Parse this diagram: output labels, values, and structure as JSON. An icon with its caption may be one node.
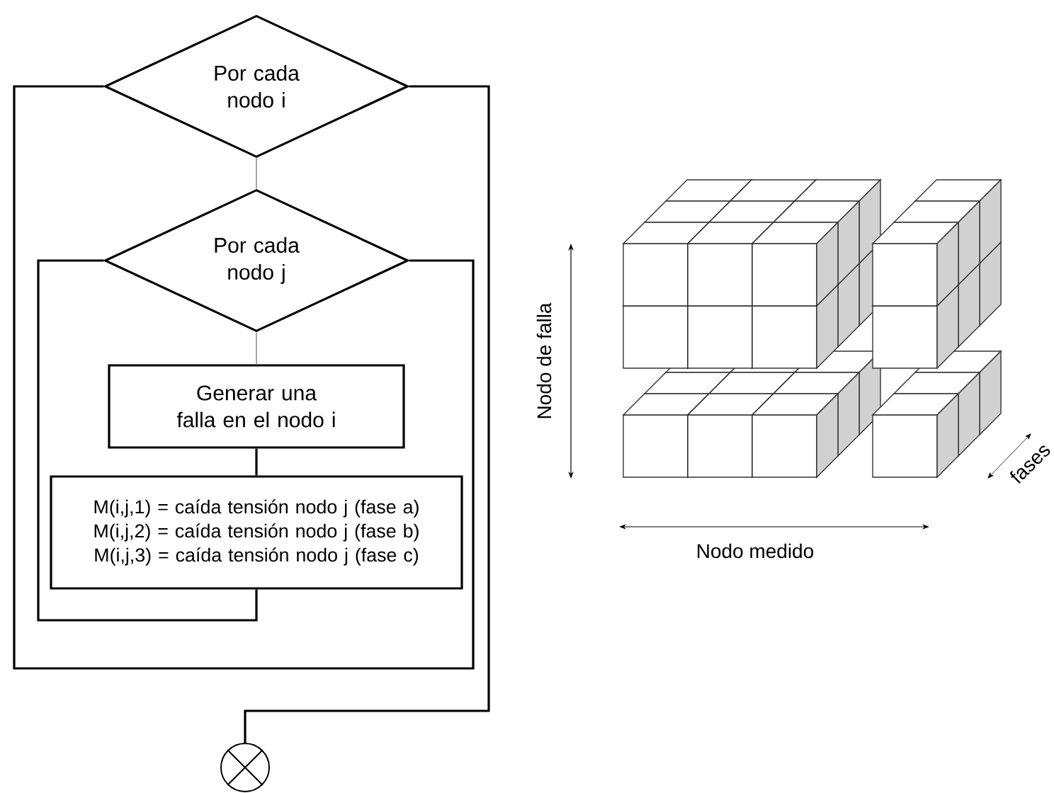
{
  "diagram": {
    "nodes": [
      {
        "text": [
          "Por cada nodo i"
        ]
      },
      {
        "text": [
          "Por cada nodo j"
        ]
      },
      {
        "text": [
          "Generar una falla en el nodo i"
        ]
      },
      {
        "text": [
          "M(i,j,1) = caída tensión nodo j (fase a)",
          "M(i,j,2) = caída tensión nodo j (fase b)",
          "M(i,j,3) = caída tensión nodo j (fase c)"
        ]
      },
      {
        "text": [],
        "shape": "circle"
      }
    ],
    "edges": [
      {
        "from": 0,
        "to": 1,
        "arrow": "none",
        "color": "#a6a6a6"
      },
      {
        "from": 1,
        "to": 2,
        "arrow": "none",
        "color": "#a6a6a6"
      },
      {
        "from": 2,
        "to": 3,
        "arrow": "none"
      },
      {
        "from": 3,
        "to": 1,
        "arrow": "none"
      },
      {
        "from": 1,
        "to": 0,
        "arrow": "none"
      },
      {
        "from": 0,
        "to": 4,
        "arrow": "none"
      }
    ],
    "labels": [
      "Nodo de falla",
      "Nodo medido",
      "fases"
    ]
  }
}
